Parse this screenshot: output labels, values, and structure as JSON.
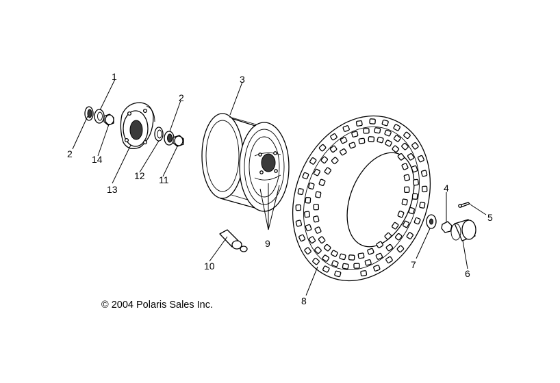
{
  "callouts": [
    {
      "id": "c1a",
      "label": "1"
    },
    {
      "id": "c2a",
      "label": "2"
    },
    {
      "id": "c2b",
      "label": "2"
    },
    {
      "id": "c3",
      "label": "3"
    },
    {
      "id": "c4",
      "label": "4"
    },
    {
      "id": "c5",
      "label": "5"
    },
    {
      "id": "c6",
      "label": "6"
    },
    {
      "id": "c7",
      "label": "7"
    },
    {
      "id": "c8",
      "label": "8"
    },
    {
      "id": "c9",
      "label": "9"
    },
    {
      "id": "c10",
      "label": "10"
    },
    {
      "id": "c11",
      "label": "11"
    },
    {
      "id": "c12",
      "label": "12"
    },
    {
      "id": "c13",
      "label": "13"
    },
    {
      "id": "c14",
      "label": "14"
    }
  ],
  "copyright": "© 2004 Polaris Sales Inc."
}
